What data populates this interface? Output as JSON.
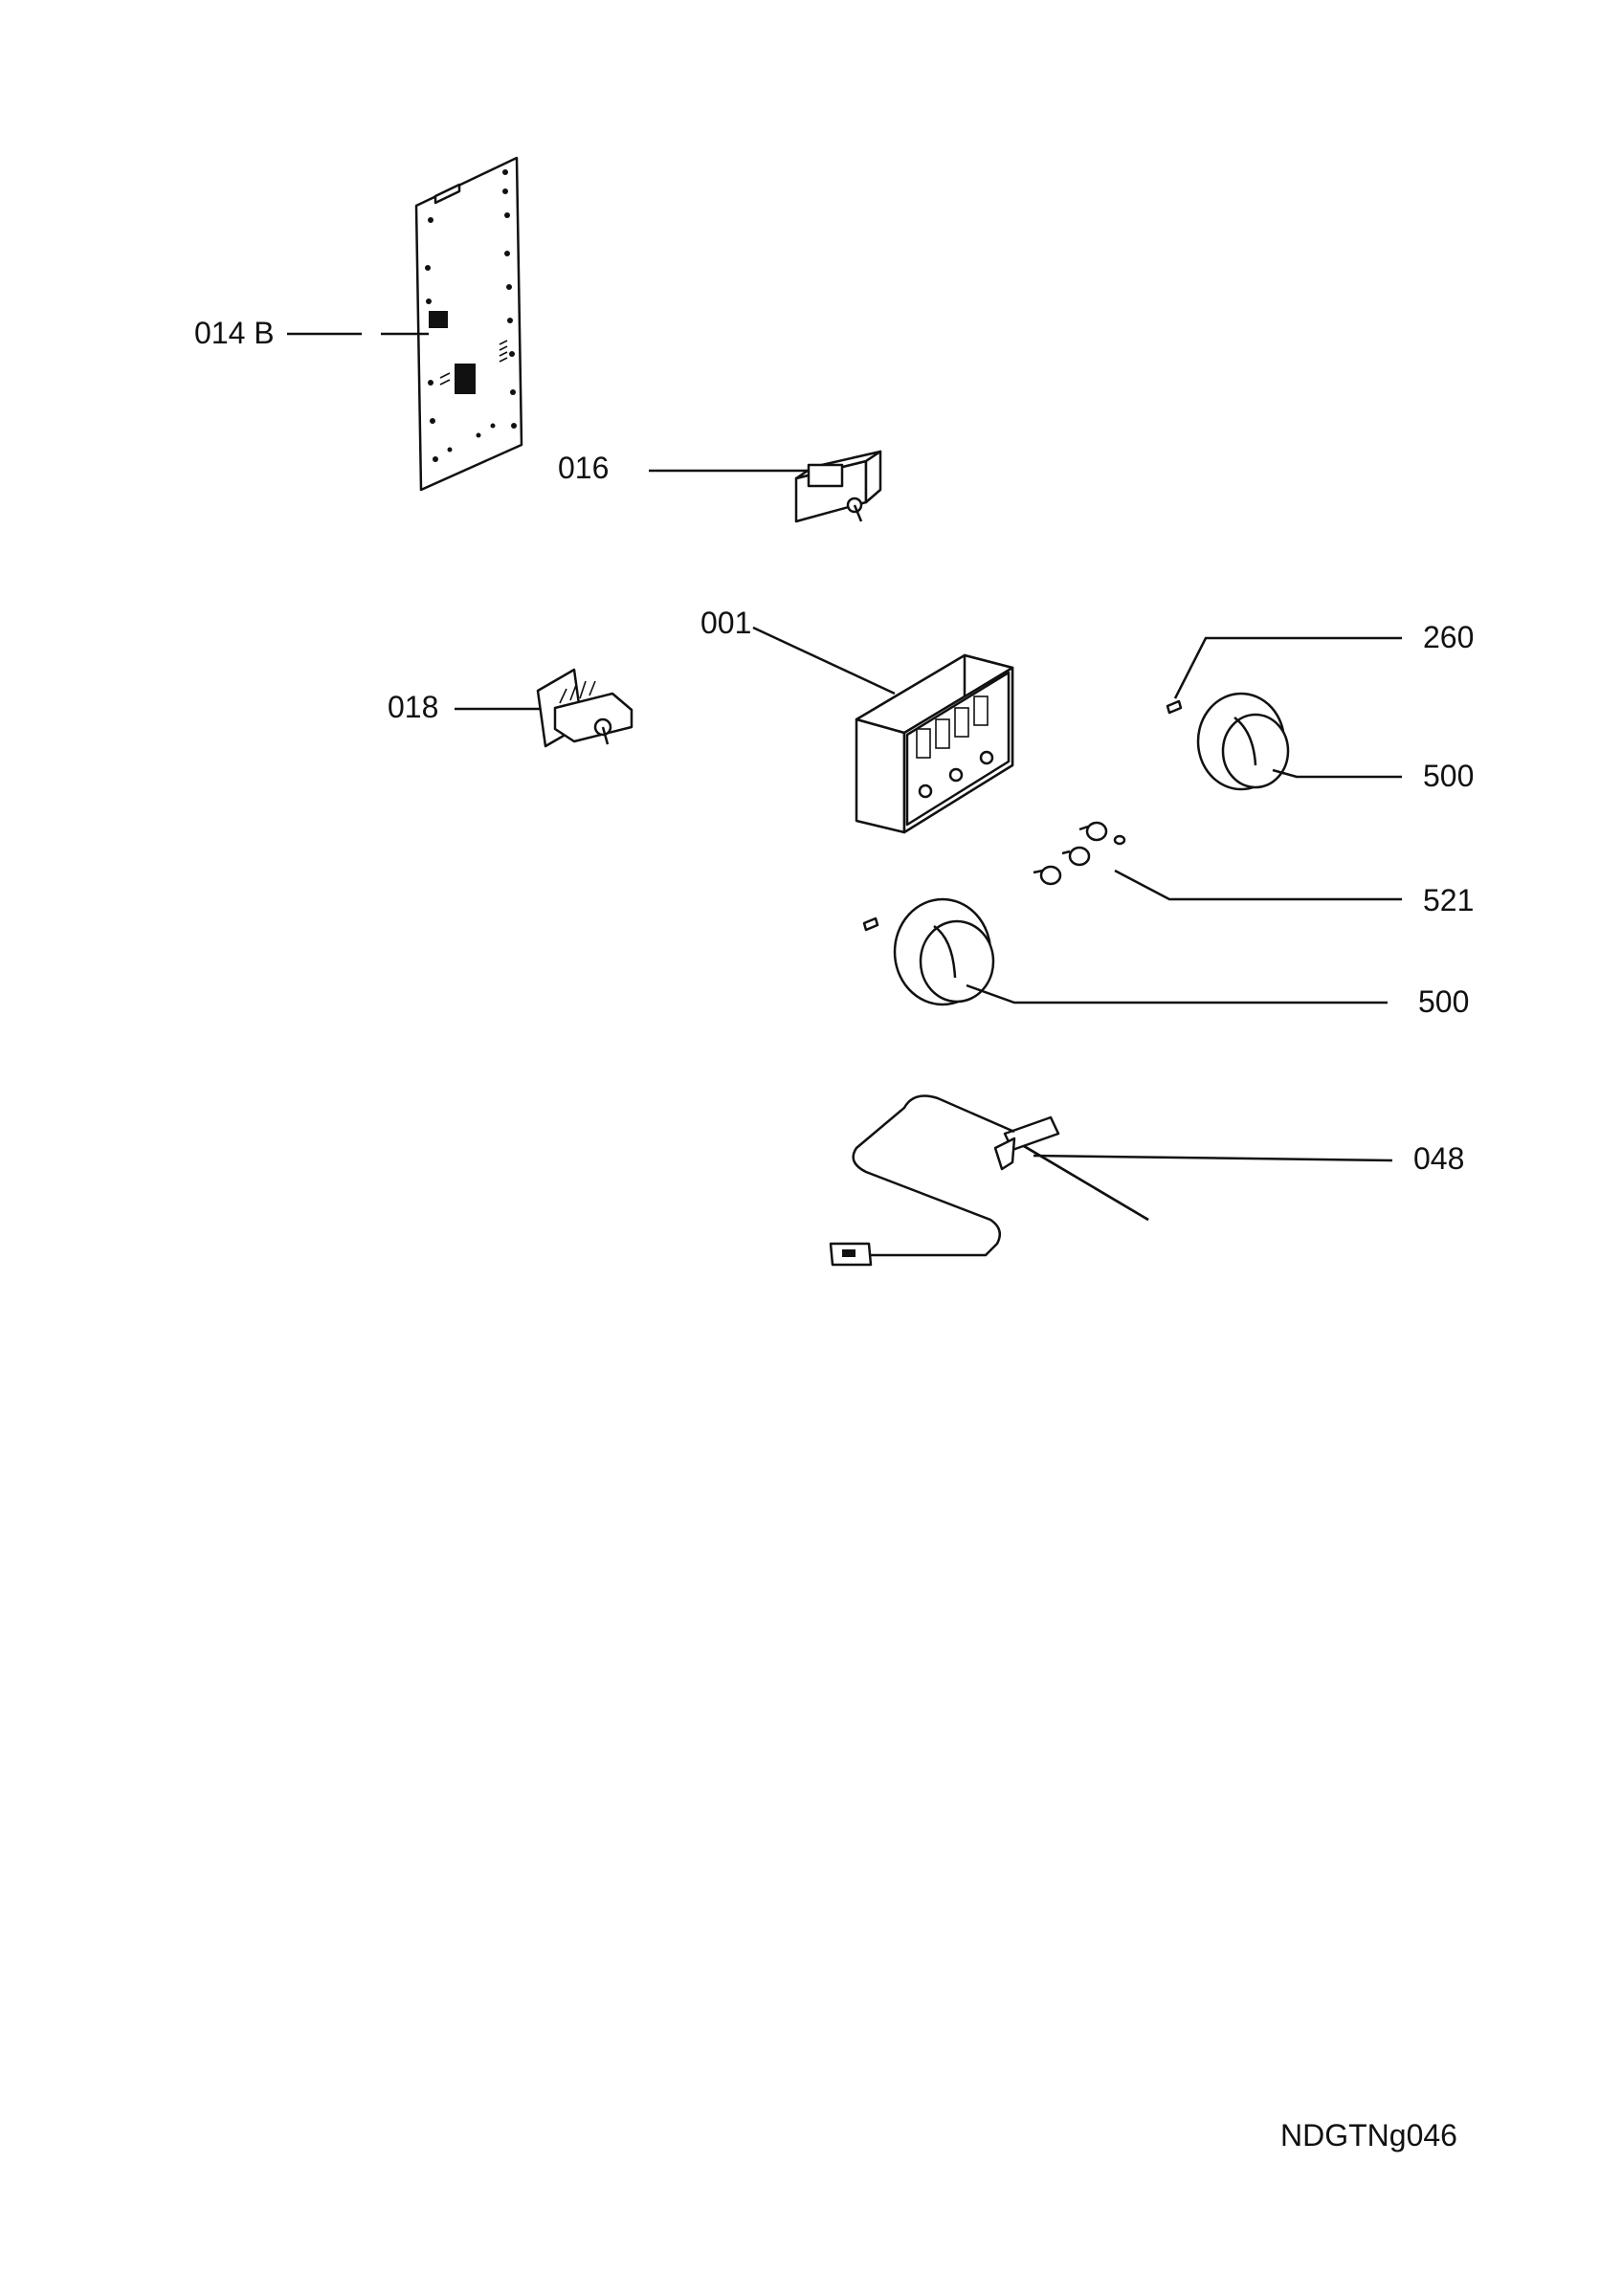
{
  "labels": {
    "p014": "014 B",
    "p016": "016",
    "p018": "018",
    "p001": "001",
    "p260": "260",
    "p500a": "500",
    "p521": "521",
    "p500b": "500",
    "p048": "048"
  },
  "reference": "NDGTNg046"
}
